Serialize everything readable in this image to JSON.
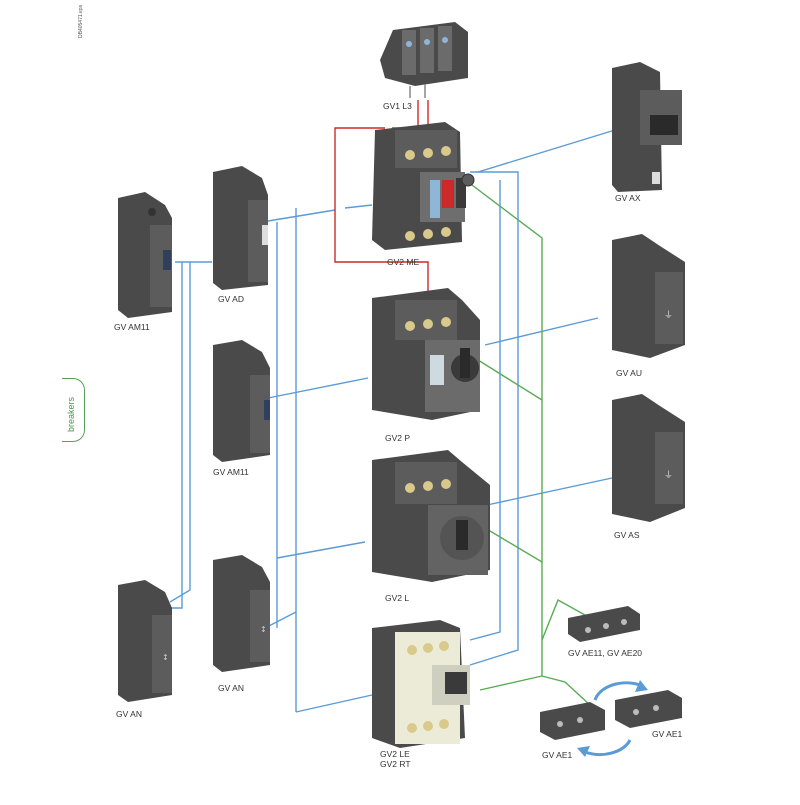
{
  "drawing_code": "DB405471.eps",
  "side_tab": "breakers",
  "labels": {
    "gv1l3": "GV1 L3",
    "gv2me": "GV2 ME",
    "gv2p": "GV2 P",
    "gv2l": "GV2 L",
    "gv2le": "GV2 LE",
    "gv2rt": "GV2 RT",
    "gvax": "GV AX",
    "gvau": "GV AU",
    "gvas": "GV AS",
    "gvam11_top": "GV AM11",
    "gvad": "GV AD",
    "gvam11_mid": "GV AM11",
    "gvan_left": "GV AN",
    "gvan_right": "GV AN",
    "gvae11": "GV AE11, GV AE20",
    "gvae1_left": "GV AE1",
    "gvae1_right": "GV AE1"
  },
  "colors": {
    "blue_line": "#5b9bd5",
    "green_line": "#5aaa55",
    "red_line": "#cc2a2a",
    "device_dark": "#4a4a4a",
    "device_face": "#6b6b6b",
    "white_body": "#ecebd8"
  }
}
